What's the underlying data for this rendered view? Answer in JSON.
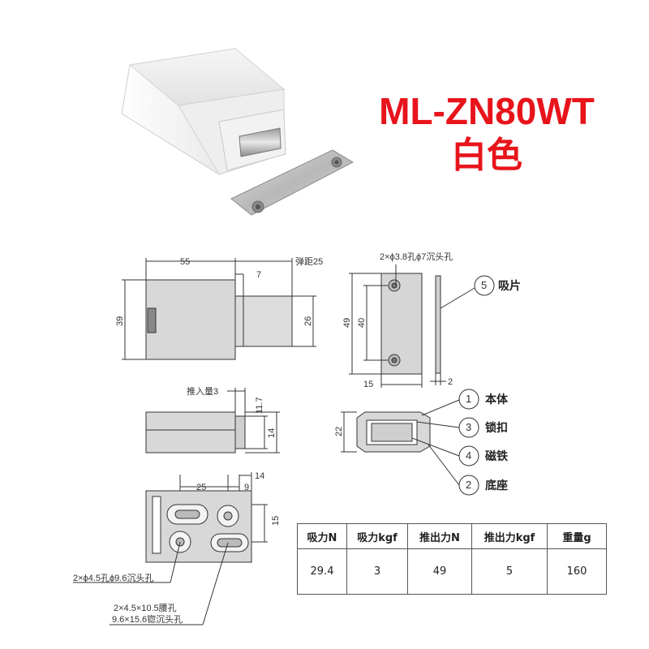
{
  "product": {
    "model": "ML-ZN80WT",
    "color_name": "白色",
    "title_color": "#e8141b"
  },
  "drawing": {
    "dims": {
      "d55": "55",
      "d7": "7",
      "stroke": "弹距25",
      "d39": "39",
      "d26": "26",
      "hole_spec": "2×ϕ3.8孔ϕ7沉头孔",
      "d49": "49",
      "d40": "40",
      "d15": "15",
      "d2": "2",
      "push_in": "推入量3",
      "d11_7": "11.7",
      "d14": "14",
      "d22": "22",
      "d25": "25",
      "d9": "9",
      "d14b": "14",
      "d15b": "15",
      "hole_a": "2×ϕ4.5孔ϕ9.6沉头孔",
      "hole_b1": "2×4.5×10.5腰孔",
      "hole_b2": "9.6×15.6锪沉头孔"
    },
    "callouts": [
      {
        "num": "5",
        "label": "吸片"
      },
      {
        "num": "1",
        "label": "本体"
      },
      {
        "num": "3",
        "label": "锁扣"
      },
      {
        "num": "4",
        "label": "磁铁"
      },
      {
        "num": "2",
        "label": "底座"
      }
    ]
  },
  "spec_table": {
    "headers": [
      "吸力N",
      "吸力kgf",
      "推出力N",
      "推出力kgf",
      "重量g"
    ],
    "values": [
      "29.4",
      "3",
      "49",
      "5",
      "160"
    ]
  }
}
